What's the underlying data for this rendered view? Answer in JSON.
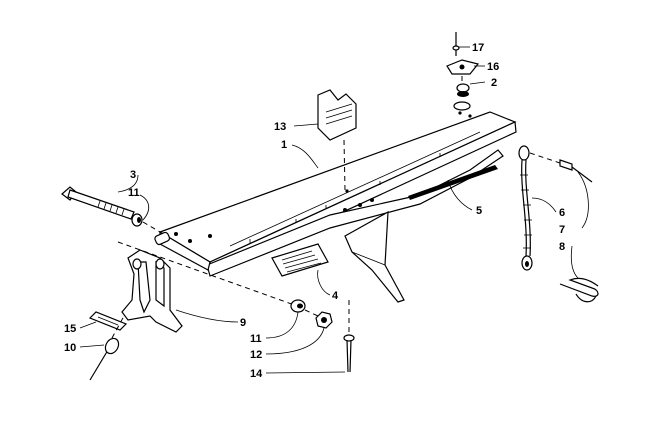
{
  "callouts": [
    {
      "id": "c1",
      "label": "1"
    },
    {
      "id": "c2",
      "label": "2"
    },
    {
      "id": "c3",
      "label": "3"
    },
    {
      "id": "c4",
      "label": "4"
    },
    {
      "id": "c5",
      "label": "5"
    },
    {
      "id": "c6",
      "label": "6"
    },
    {
      "id": "c7",
      "label": "7"
    },
    {
      "id": "c8",
      "label": "8"
    },
    {
      "id": "c9",
      "label": "9"
    },
    {
      "id": "c10",
      "label": "10"
    },
    {
      "id": "c11a",
      "label": "11"
    },
    {
      "id": "c11b",
      "label": "11"
    },
    {
      "id": "c12",
      "label": "12"
    },
    {
      "id": "c13",
      "label": "13"
    },
    {
      "id": "c14",
      "label": "14"
    },
    {
      "id": "c15",
      "label": "15"
    },
    {
      "id": "c16",
      "label": "16"
    },
    {
      "id": "c17",
      "label": "17"
    }
  ]
}
